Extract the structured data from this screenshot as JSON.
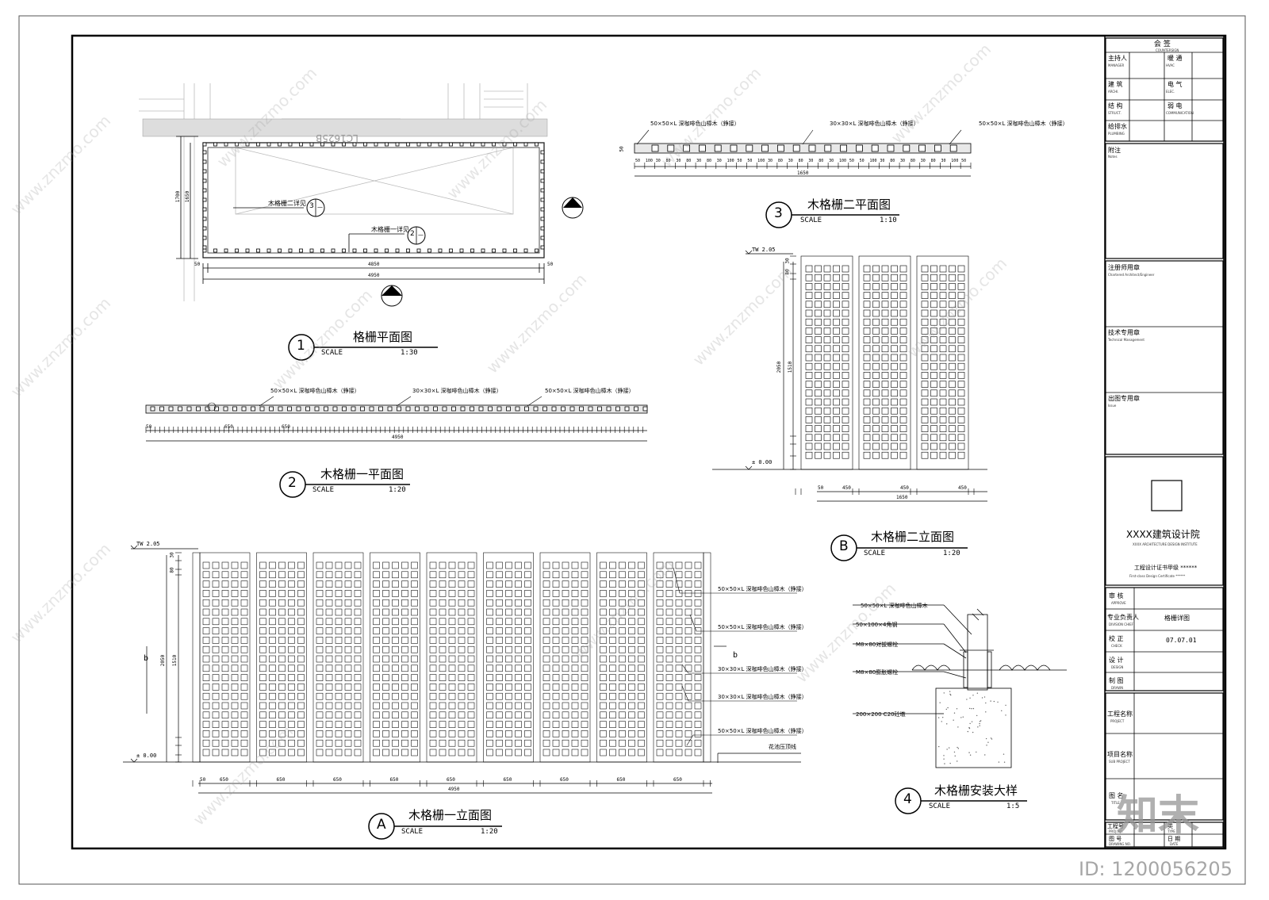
{
  "drawing1": {
    "num": "1",
    "title": "格栅平面图",
    "scale_label": "SCALE",
    "scale": "1:30",
    "ref1": "木格栅二详见",
    "ref1_num": "3",
    "ref1_sub": "—",
    "ref2": "木格栅一详见",
    "ref2_num": "2",
    "ref2_sub": "—",
    "section_b": "B",
    "section_b_sub": "—",
    "section_a": "A",
    "section_a_sub": "—",
    "room_label": "LC1625B",
    "dim_total": "4950",
    "dim_inner": "4850",
    "dim_left": "50",
    "dim_right": "50",
    "dim_h1": "1700",
    "dim_h2": "1650"
  },
  "drawing2": {
    "num": "2",
    "title": "木格栅一平面图",
    "scale_label": "SCALE",
    "scale": "1:20",
    "label1": "50×50×L 深咖啡色山樟木（錚接）",
    "label2": "30×30×L 深咖啡色山樟木（錚接）",
    "label3": "50×50×L 深咖啡色山樟木（錚接）",
    "dim_total": "4950",
    "dim_650": "650",
    "dim_50": "50"
  },
  "drawing3": {
    "num": "3",
    "title": "木格栅二平面图",
    "scale_label": "SCALE",
    "scale": "1:10",
    "label1": "50×50×L 深咖啡色山樟木（錚接）",
    "label2": "30×30×L 深咖啡色山樟木（錚接）",
    "label3": "50×50×L 深咖啡色山樟木（錚接）",
    "dim_total": "1650",
    "dim_h": "50",
    "dims": [
      "50",
      "100",
      "30",
      "80",
      "30",
      "80",
      "30",
      "80",
      "30",
      "100",
      "50",
      "50",
      "100",
      "30",
      "80",
      "30",
      "80",
      "30",
      "80",
      "30",
      "100",
      "50",
      "50",
      "100",
      "30",
      "80",
      "30",
      "80",
      "30",
      "80",
      "30",
      "100",
      "50"
    ]
  },
  "drawingA": {
    "num": "A",
    "title": "木格栅一立面图",
    "scale_label": "SCALE",
    "scale": "1:20",
    "tw": "TW 2.05",
    "zero": "± 0.00",
    "cut": "b",
    "cut2": "b",
    "dim_2050": "2050",
    "dim_1510": "1510",
    "dim_total": "4950",
    "dim_650": "650",
    "dim_50": "50",
    "dim_30": "30",
    "dim_80": "80",
    "labels": [
      "50×50×L 深咖啡色山樟木（錚接）",
      "50×50×L 深咖啡色山樟木（錚接）",
      "30×30×L 深咖啡色山樟木（錚接）",
      "30×30×L 深咖啡色山樟木（錚接）",
      "50×50×L 深咖啡色山樟木（錚接）",
      "花池压顶线"
    ]
  },
  "drawingB": {
    "num": "B",
    "title": "木格栅二立面图",
    "scale_label": "SCALE",
    "scale": "1:20",
    "tw": "TW 2.05",
    "zero": "± 0.00",
    "dim_2050": "2050",
    "dim_1510": "1510",
    "dim_total": "1650",
    "dim_450": "450",
    "dim_50": "50",
    "dim_30": "30",
    "dim_80": "80"
  },
  "drawing4": {
    "num": "4",
    "title": "木格栅安装大样",
    "scale_label": "SCALE",
    "scale": "1:5",
    "labels": [
      "50×50×L 深咖啡色山樟木",
      "50×100×4角钢",
      "M8×80对拔螺栓",
      "M8×80膨胀螺栓",
      "200×200 C20砼墩"
    ]
  },
  "titleblock": {
    "countersign": "会 签",
    "countersign_en": "COUNTERSIGN",
    "rows": [
      [
        "主持人",
        "MANAGER",
        "暖 通",
        "HVAC"
      ],
      [
        "建 筑",
        "ARCHI.",
        "电 气",
        "ELEC."
      ],
      [
        "结 构",
        "STRUCT.",
        "弱 电",
        "COMMUNICATION"
      ],
      [
        "给排水",
        "PLUMBING",
        "",
        ""
      ]
    ],
    "notes": "附注",
    "notes_en": "Notes",
    "stamp1": "注册师用章",
    "stamp1_en": "Chartered Architect/Engineer",
    "stamp2": "技术专用章",
    "stamp2_en": "Technical Management",
    "stamp3": "出图专用章",
    "stamp3_en": "Issue",
    "institute": "XXXX建筑设计院",
    "institute_en": "XXXX ARCHITECTURE DESIGN INSTITUTE",
    "cert": "工程设计证书甲级 ******",
    "cert_en": "First-class Design Certificate ******",
    "approve": "审 核",
    "approve_en": "APPROVE",
    "chief": "专业负责人",
    "chief_en": "DIVISION CHIEF",
    "chief_val": "格栅详图",
    "check": "校 正",
    "check_en": "CHECK",
    "check_val": "07.07.01",
    "design": "设 计",
    "design_en": "DESIGN",
    "drawn": "制 图",
    "drawn_en": "DRAWN",
    "project": "工程名称",
    "project_en": "PROJECT",
    "subproject": "项目名称",
    "subproject_en": "SUB PROJECT",
    "drawing_name": "图 名",
    "drawing_name_en": "TITLE",
    "phase": "工程号",
    "phase_en": "PROJ.NO.",
    "type": "类",
    "type_en": "TYPE",
    "drawing_no": "图 号",
    "drawing_no_en": "DRAWING NO.",
    "date": "日 期",
    "date_en": "DATE"
  },
  "watermark": {
    "site": "www.znzmo.com",
    "brand": "知末",
    "id": "ID: 1200056205"
  }
}
